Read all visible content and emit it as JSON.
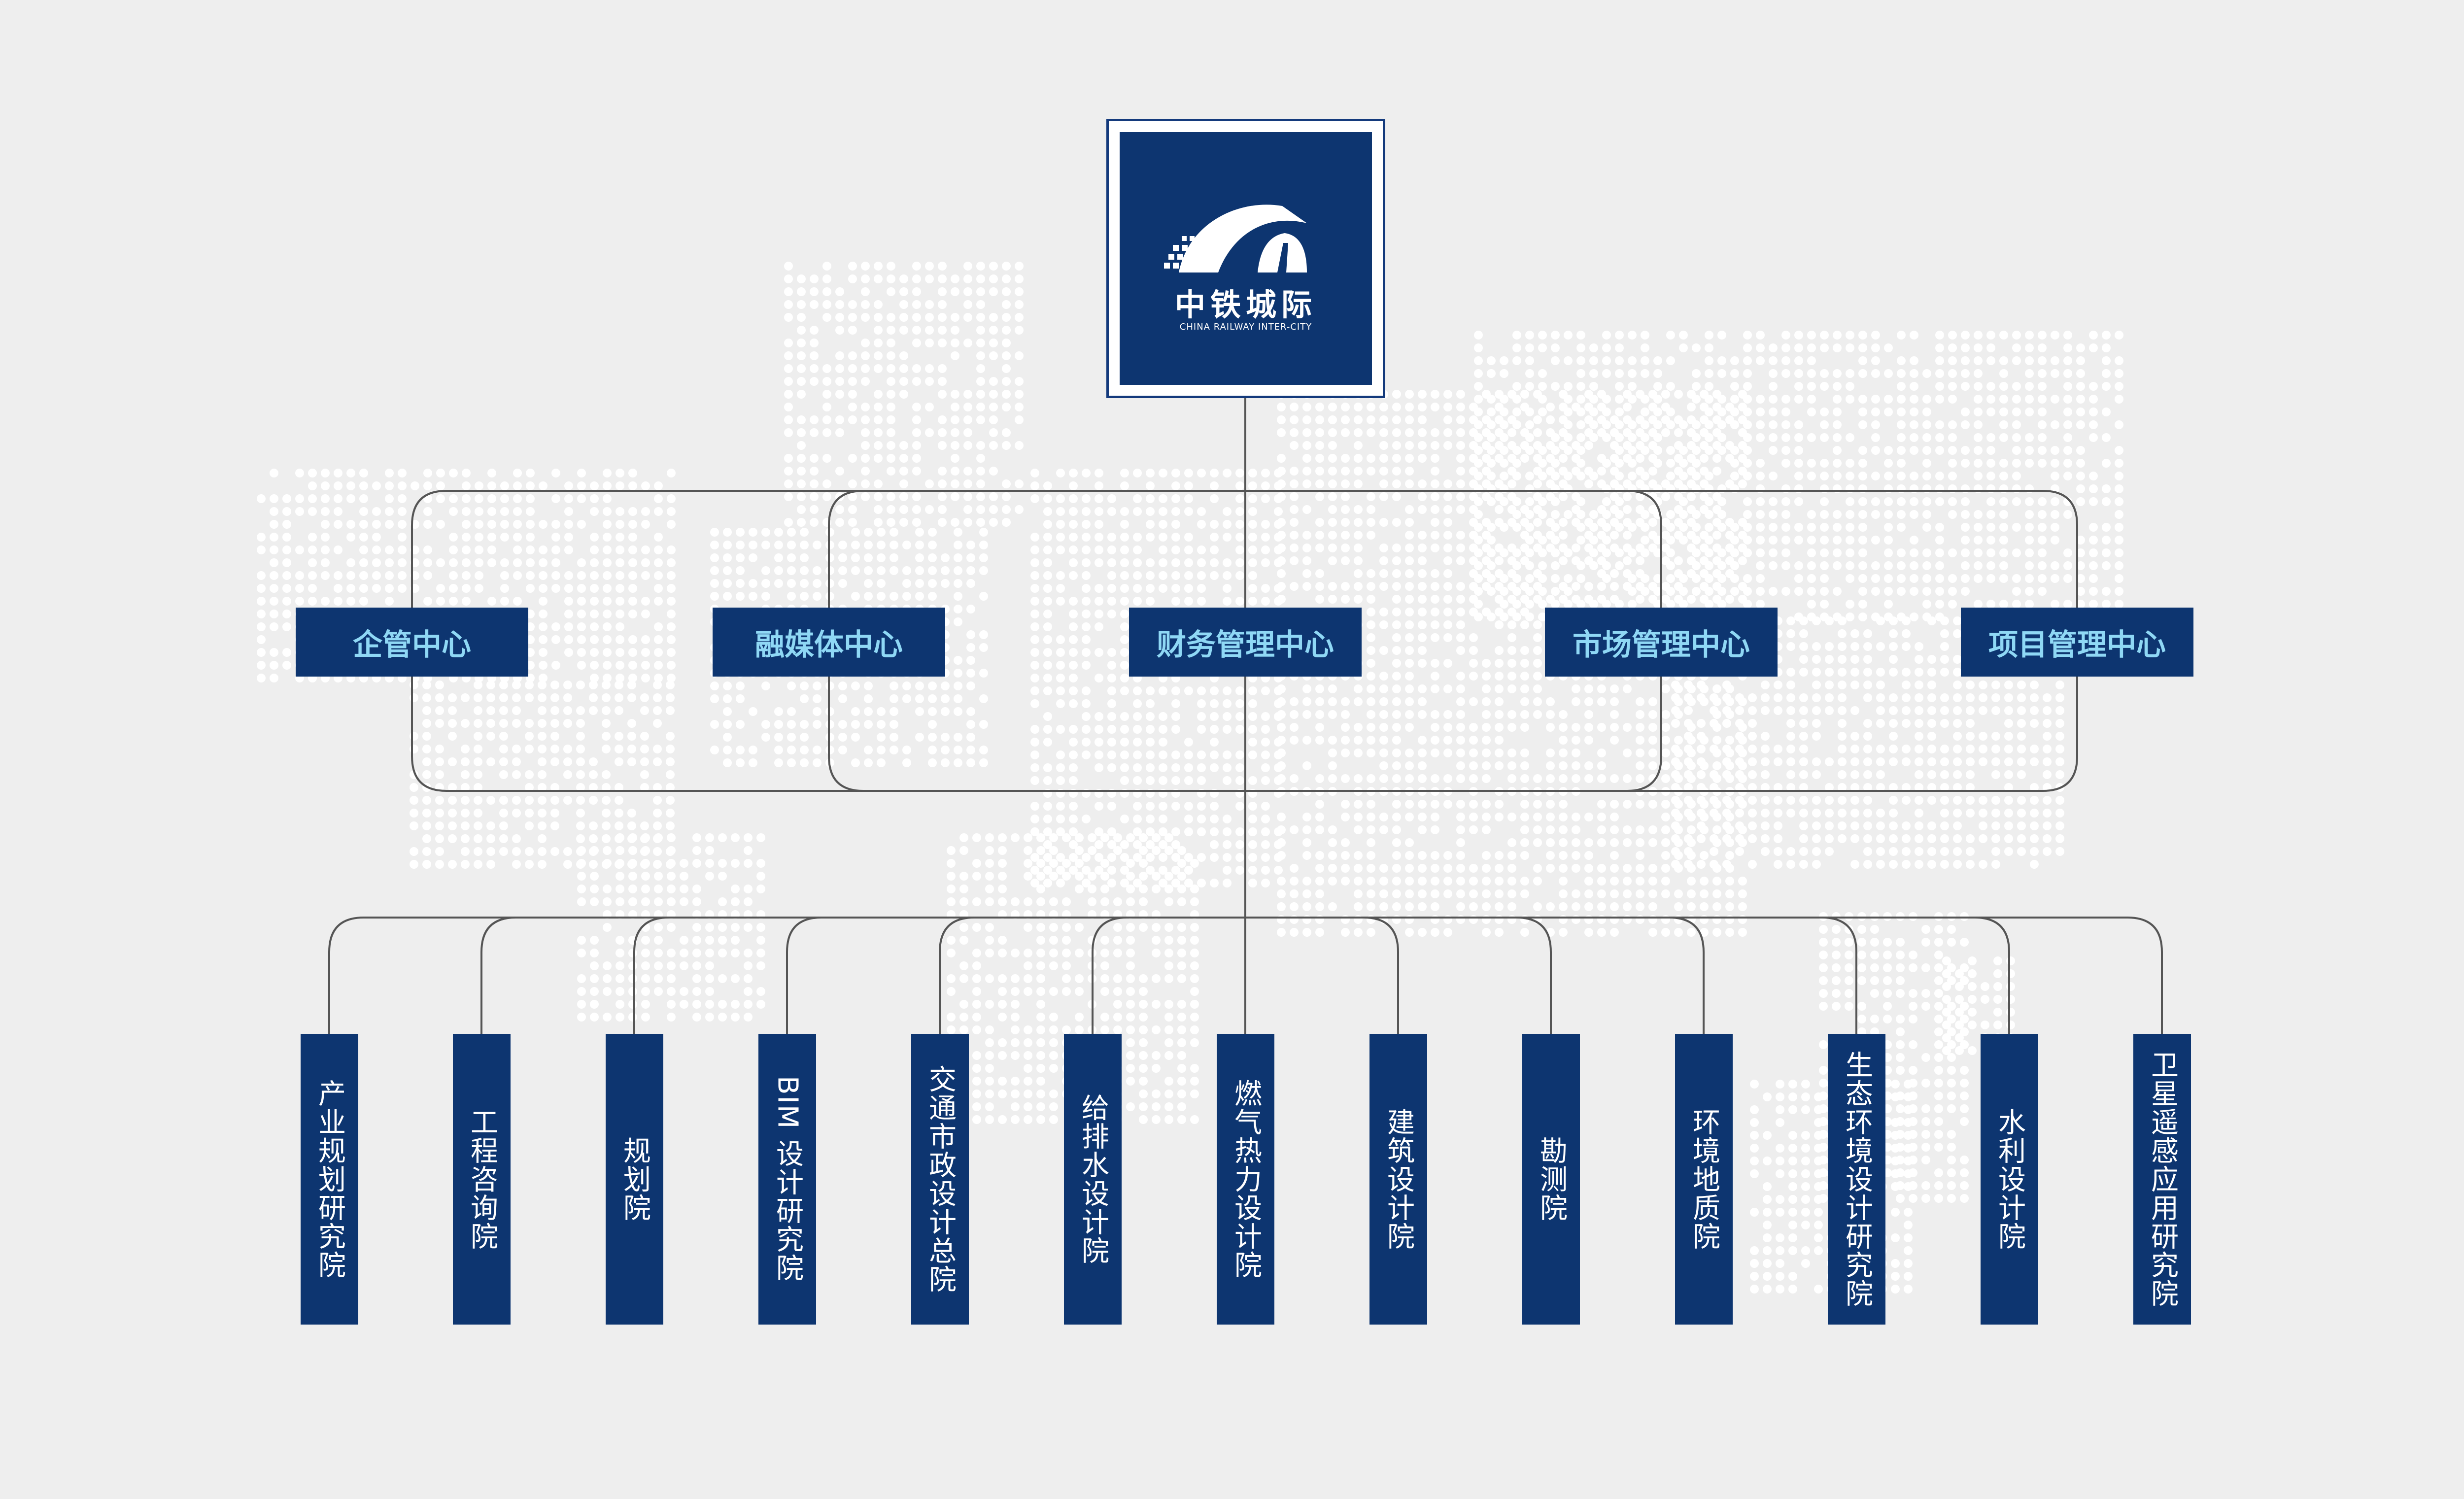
{
  "logo": {
    "name_cn": "中铁城际",
    "name_en": "CHINA RAILWAY INTER-CITY",
    "icon": "tunnel-road-logo-icon"
  },
  "centers": [
    {
      "label": "企管中心"
    },
    {
      "label": "融媒体中心"
    },
    {
      "label": "财务管理中心"
    },
    {
      "label": "市场管理中心"
    },
    {
      "label": "项目管理中心"
    }
  ],
  "institutes": [
    {
      "label": "产业规划研究院"
    },
    {
      "label": "工程咨询院"
    },
    {
      "label": "规划院"
    },
    {
      "label": "BIM 设计研究院"
    },
    {
      "label": "交通市政设计总院"
    },
    {
      "label": "给排水设计院"
    },
    {
      "label": "燃气热力设计院"
    },
    {
      "label": "建筑设计院"
    },
    {
      "label": "勘测院"
    },
    {
      "label": "环境地质院"
    },
    {
      "label": "生态环境设计研究院"
    },
    {
      "label": "水利设计院"
    },
    {
      "label": "卫星遥感应用研究院"
    }
  ],
  "colors": {
    "background": "#eeeeee",
    "box_fill": "#0d3570",
    "center_text": "#8fd8f5",
    "institute_text": "#ffffff",
    "connector": "#555555",
    "map_dots": "#ffffff"
  }
}
